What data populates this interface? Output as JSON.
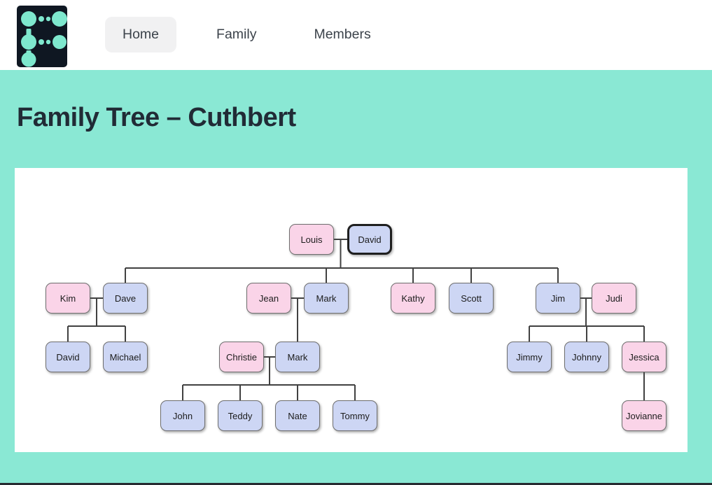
{
  "header": {
    "logo_name": "family-tree-app-logo",
    "nav": [
      {
        "label": "Home",
        "active": true
      },
      {
        "label": "Family",
        "active": false
      },
      {
        "label": "Members",
        "active": false
      }
    ]
  },
  "page": {
    "title": "Family Tree – Cuthbert"
  },
  "colors": {
    "accent_background": "#8AE8D4",
    "female_node": "#FAD4E8",
    "male_node": "#CDD6F4",
    "node_border": "#6e6e6e",
    "selected_node_border": "#1f1f1f",
    "connector_line": "#414141",
    "logo_background": "#0f1722",
    "logo_glyph": "#7EE8CE",
    "title_text": "#212b36"
  },
  "tree": {
    "nodes": [
      {
        "id": "louis",
        "label": "Louis",
        "sex": "f",
        "selected": false
      },
      {
        "id": "david1",
        "label": "David",
        "sex": "m",
        "selected": true
      },
      {
        "id": "kim",
        "label": "Kim",
        "sex": "f",
        "selected": false
      },
      {
        "id": "dave",
        "label": "Dave",
        "sex": "m",
        "selected": false
      },
      {
        "id": "jean",
        "label": "Jean",
        "sex": "f",
        "selected": false
      },
      {
        "id": "mark1",
        "label": "Mark",
        "sex": "m",
        "selected": false
      },
      {
        "id": "kathy",
        "label": "Kathy",
        "sex": "f",
        "selected": false
      },
      {
        "id": "scott",
        "label": "Scott",
        "sex": "m",
        "selected": false
      },
      {
        "id": "jim",
        "label": "Jim",
        "sex": "m",
        "selected": false
      },
      {
        "id": "judi",
        "label": "Judi",
        "sex": "f",
        "selected": false
      },
      {
        "id": "david2",
        "label": "David",
        "sex": "m",
        "selected": false
      },
      {
        "id": "michael",
        "label": "Michael",
        "sex": "m",
        "selected": false
      },
      {
        "id": "christie",
        "label": "Christie",
        "sex": "f",
        "selected": false
      },
      {
        "id": "mark2",
        "label": "Mark",
        "sex": "m",
        "selected": false
      },
      {
        "id": "jimmy",
        "label": "Jimmy",
        "sex": "m",
        "selected": false
      },
      {
        "id": "johnny",
        "label": "Johnny",
        "sex": "m",
        "selected": false
      },
      {
        "id": "jessica",
        "label": "Jessica",
        "sex": "f",
        "selected": false
      },
      {
        "id": "john",
        "label": "John",
        "sex": "m",
        "selected": false
      },
      {
        "id": "teddy",
        "label": "Teddy",
        "sex": "m",
        "selected": false
      },
      {
        "id": "nate",
        "label": "Nate",
        "sex": "m",
        "selected": false
      },
      {
        "id": "tommy",
        "label": "Tommy",
        "sex": "m",
        "selected": false
      },
      {
        "id": "jovianne",
        "label": "Jovianne",
        "sex": "f",
        "selected": false
      }
    ],
    "relationships": {
      "couples": [
        [
          "louis",
          "david1"
        ],
        [
          "kim",
          "dave"
        ],
        [
          "jean",
          "mark1"
        ],
        [
          "jim",
          "judi"
        ],
        [
          "christie",
          "mark2"
        ]
      ],
      "children": {
        "louis+david1": [
          "dave",
          "mark1",
          "kathy",
          "scott",
          "jim"
        ],
        "kim+dave": [
          "david2",
          "michael"
        ],
        "jean+mark1": [
          "mark2"
        ],
        "jim+judi": [
          "jimmy",
          "johnny",
          "jessica"
        ],
        "christie+mark2": [
          "john",
          "teddy",
          "nate",
          "tommy"
        ],
        "jessica": [
          "jovianne"
        ]
      }
    }
  }
}
